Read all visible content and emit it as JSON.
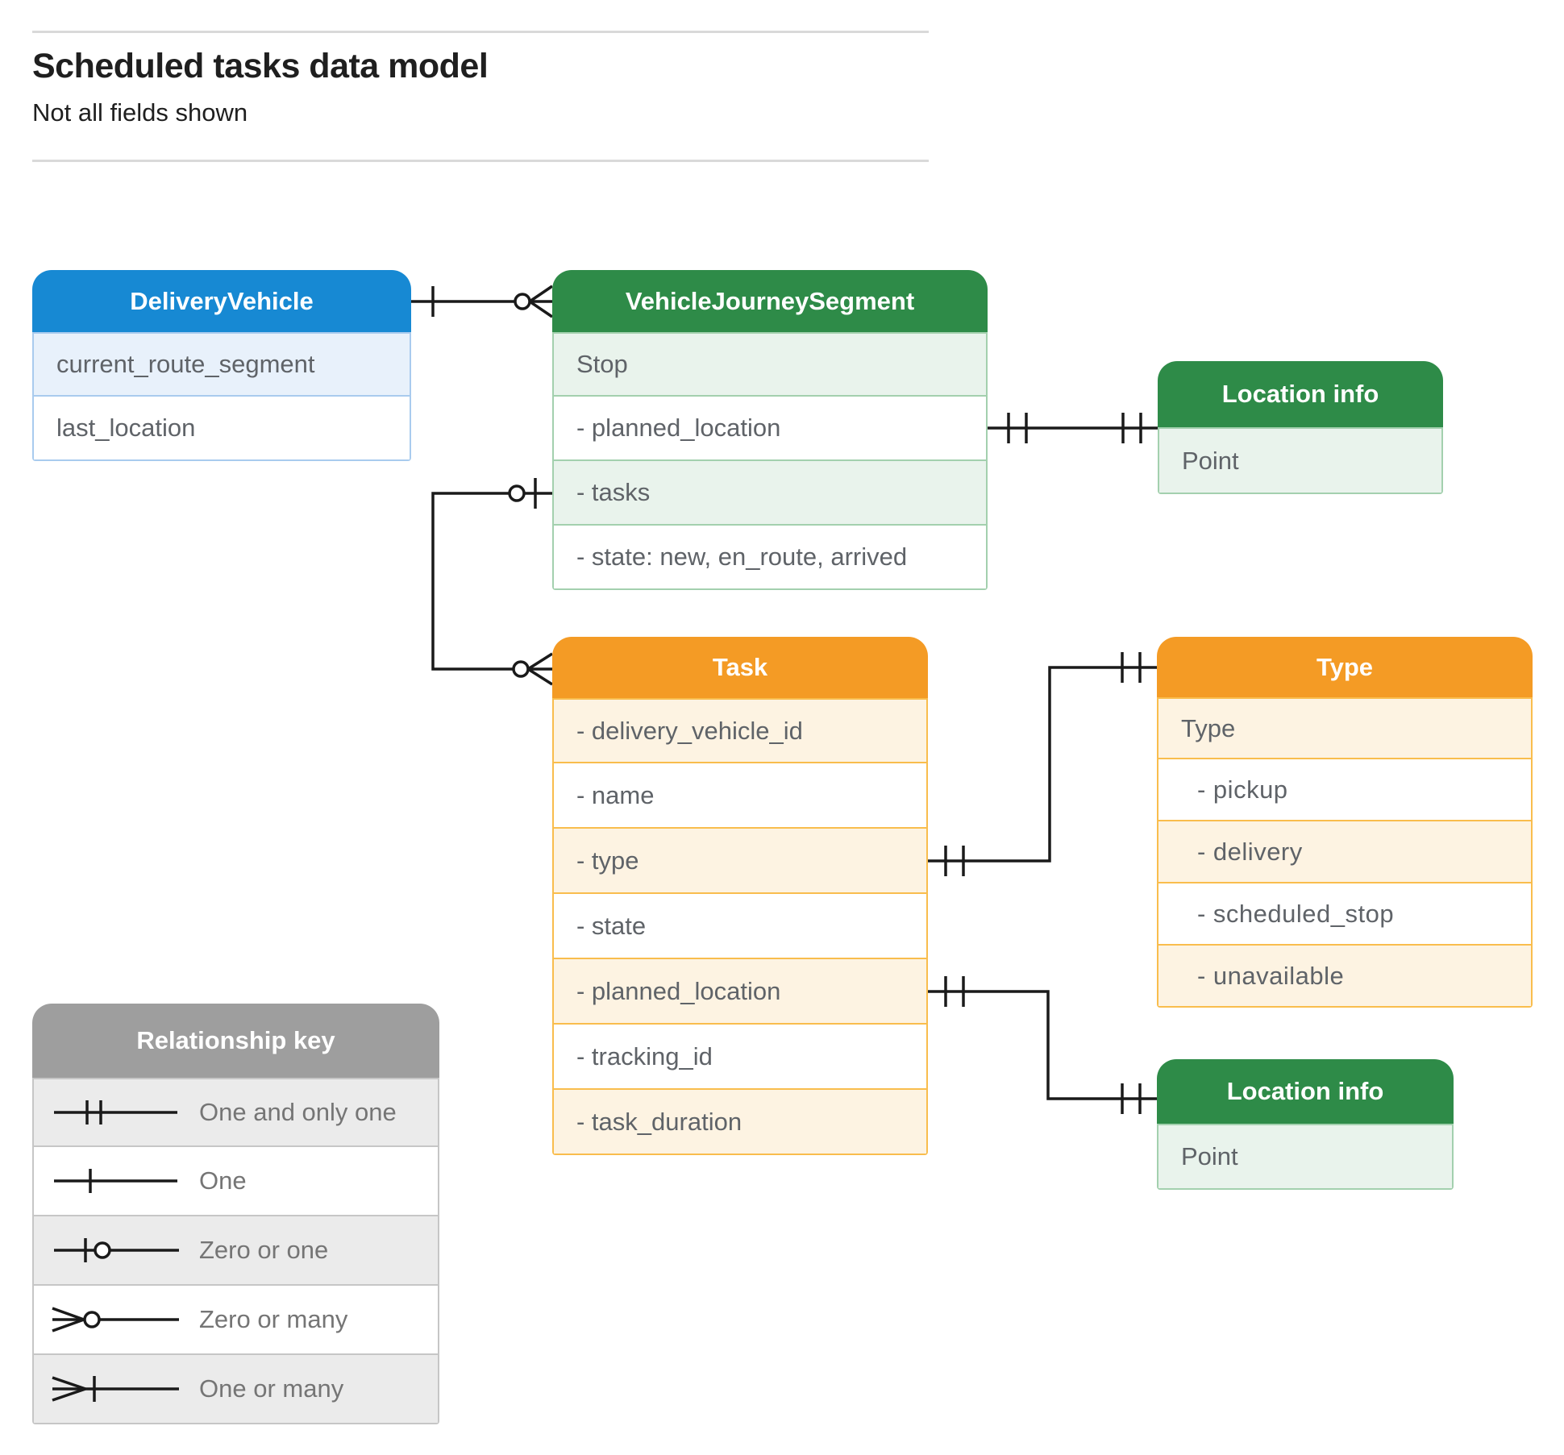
{
  "header": {
    "title": "Scheduled tasks data model",
    "subtitle": "Not all fields shown"
  },
  "entities": {
    "delivery_vehicle": {
      "title": "DeliveryVehicle",
      "fields": [
        "current_route_segment",
        "last_location"
      ]
    },
    "vehicle_journey_segment": {
      "title": "VehicleJourneySegment",
      "fields": [
        "Stop",
        "- planned_location",
        "- tasks",
        "- state: new, en_route, arrived"
      ]
    },
    "location_info_top": {
      "title": "Location info",
      "fields": [
        "Point"
      ]
    },
    "task": {
      "title": "Task",
      "fields": [
        "- delivery_vehicle_id",
        "- name",
        "- type",
        "- state",
        "- planned_location",
        "- tracking_id",
        "- task_duration"
      ]
    },
    "type": {
      "title": "Type",
      "fields": [
        "Type",
        "- pickup",
        "- delivery",
        "- scheduled_stop",
        "- unavailable"
      ]
    },
    "location_info_bottom": {
      "title": "Location info",
      "fields": [
        "Point"
      ]
    }
  },
  "relationships": [
    {
      "from": "DeliveryVehicle",
      "to": "VehicleJourneySegment",
      "from_cardinality": "one",
      "to_cardinality": "zero-or-many"
    },
    {
      "from": "VehicleJourneySegment.tasks",
      "to": "Task",
      "from_cardinality": "zero-or-one",
      "to_cardinality": "zero-or-many"
    },
    {
      "from": "VehicleJourneySegment.planned_location",
      "to": "Location info",
      "from_cardinality": "one-and-only-one",
      "to_cardinality": "one-and-only-one"
    },
    {
      "from": "Task.type",
      "to": "Type",
      "from_cardinality": "one-and-only-one",
      "to_cardinality": "one-and-only-one"
    },
    {
      "from": "Task.planned_location",
      "to": "Location info",
      "from_cardinality": "one-and-only-one",
      "to_cardinality": "one-and-only-one"
    }
  ],
  "legend": {
    "title": "Relationship key",
    "items": [
      {
        "icon": "one-and-only-one-icon",
        "label": "One and only one"
      },
      {
        "icon": "one-icon",
        "label": "One"
      },
      {
        "icon": "zero-or-one-icon",
        "label": "Zero or one"
      },
      {
        "icon": "zero-or-many-icon",
        "label": "Zero or many"
      },
      {
        "icon": "one-or-many-icon",
        "label": "One or many"
      }
    ]
  },
  "colors": {
    "blue_header": "#1789d3",
    "blue_tint": "#e8f1fb",
    "blue_border": "#a9cbee",
    "green_header": "#2e8b48",
    "green_tint": "#e9f3ec",
    "green_border": "#a3d0ae",
    "orange_header": "#f49b25",
    "orange_tint": "#fdf3e2",
    "orange_border": "#f9bd4d",
    "gray_header": "#9e9e9e",
    "gray_tint": "#ebebeb",
    "gray_border": "#c6c6c6",
    "connector": "#1a1a1a",
    "field_text": "#5f6368",
    "legend_text": "#757575"
  }
}
